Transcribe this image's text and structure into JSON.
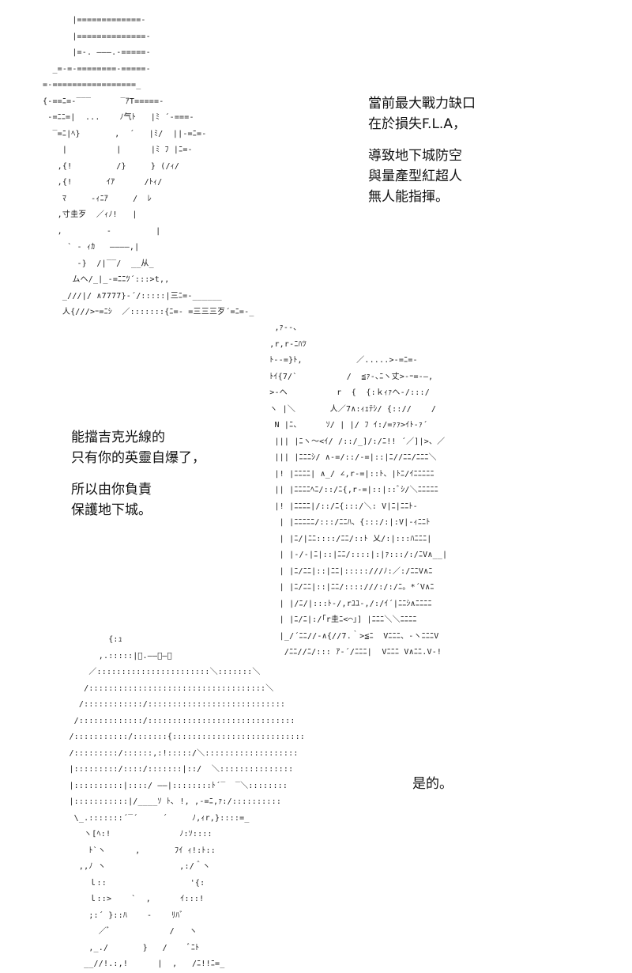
{
  "panels": [
    {
      "art": "      |=============-\n      |==============-\n      |=-. ———.-=====-\n  _=-=-========-=====-\n=-=================_\n{-==ﾆ=-‾‾‾      ‾ｱT=====-\n -=ﾆﾆ=|  ...    ﾉ气ﾄ   |ﾐ ´-===-\n  ‾=ﾆ|ﾍ}       ,  ´   |ﾐ/  ||-=ﾆ=-\n    |          |      |ﾐ ﾌ |ﾆ=-\n   ,{!         /}     } (/ｨ/\n   ,{!       ｲｱ      /ﾄｨ/\n    ﾏ     -ｨﾆｱ     /  ﾚ\n   ,寸圭歹  ／ｨﾉ!   |\n   ,         -         |\n     ` ‐ ｨｶ   ————,|\n       -}  /|‾‾/  __从_\n      ムヘ/_|_-=ﾆﾆﾂ´:::>t,,\n    _///|/ ∧7777}-´/:::::|三ﾆ=-______\n    人{///>ｰ=ﾆｼ  ／:::::::{ﾆ=- =三三三歹´=ﾆ=-_",
      "lines": [
        "當前最大戰力缺口",
        "在於損失F.L.A，",
        "",
        "導致地下城防空",
        "與量產型紅超人",
        "無人能指揮。"
      ]
    },
    {
      "art": "  ,ｧ--､\n ,r,r-ﾆﾊﾂ\n ﾄ--=}ﾄ,           ／.....>-=ﾆ=-\n ﾄｲ{7/`          /  ≦ｧ-､ﾆヽ丈>-ｰ=-—,\n >-ヘ          r  {  {:ｋｨｧヘ-/:::/\n ヽ |＼       人／7∧:ｨｪﾃｼ/ {:://    /\n  N |ﾆ、     ｿ/ | |/ ﾌ ｲ:/=ｧｧ>ｲﾄ-ｧ´\n  ||| |ﾆヽ～<ｲ/ /::/_]/:/ﾆ!! ´／]|>、／\n  ||| |ﾆﾆﾆｼ/ ∧-=/::/‐=|::|ﾆ//ﾆﾆ/ﾆﾆﾆ＼\n  |! |ﾆﾆﾆﾆ| ∧_/ ∠,r-=|::ﾄ、|ﾄﾆ/ｲﾆﾆﾆﾆﾆ\n  || |ﾆﾆﾆﾆﾍﾆ/::/ﾆ{,r-=|::|::ﾞｼ/＼ﾆﾆﾆﾆﾆ\n  |! |ﾆﾆﾆﾆ|/::/ﾆ{:::/＼: V|ﾆ|ﾆﾆﾄ-\n   | |ﾆﾆﾆﾆﾆ/:::/ﾆﾆﾊ、{:::/:|:V|-ｨﾆﾆﾄ\n   | |ﾆ/|ﾆﾆ::::/ﾆﾆ/::ﾄ 乂/:|:::ﾊﾆﾆﾆ|\n   | |-/-|ﾆ|::|ﾆﾆ/::::|:|ｧ:::/:/ﾆV∧__|\n   | |ﾆ/ﾆﾆ|::|ﾆﾆ|:::::///ﾉ:／:/ﾆﾆV∧ﾆ\n   | |ﾆ/ﾆﾆ|::|ﾆﾆ/::::///:/:/ﾆ。*´V∧ﾆ\n   | |/ﾆ/|:::ﾄ-/,rﾕﾕ-,/:/ｲ´|ﾆﾆｼ∧ﾆﾆﾆﾆ\n   | |ﾆ/ﾆ|:/｢r圭ﾆ<⌒」] |ﾆﾆﾆ＼＼ﾆﾆﾆﾆ\n   |_/´ﾆﾆ//-∧{//7.｀>≦ﾆ  Vﾆﾆﾆ、-ヽﾆﾆﾆV\n    /ﾆﾆ//ﾆ/::: ｱ-´/ﾆﾆﾆ|  Vﾆﾆﾆ V∧ﾆﾆ.V-!",
      "lines": [
        "能擋吉克光線的",
        "只有你的英靈自爆了，",
        "",
        "所以由你負責",
        "保護地下城。"
      ]
    },
    {
      "art": "          {:ｭ\n        ,.:::::|ﾞ.——、—、\n      ／:::::::::::::::::::::::＼:::::::＼\n     /::::::::::::::::::::::::::::::::::::＼\n    /::::::::::::/::::::::::::::::::::::::::::\n   /:::::::::::::/::::::::::::::::::::::::::::::\n  /:::::::::::/:::::::{:::::::::::::::::::::::::::\n  /:::::::::/::::::,:!:::::/＼:::::::::::::::::::\n  |:::::::::/::::/:::::::|::/  ＼:::::::::::::::\n  |::::::::::|::::/ ――|::::::::ﾄ´‾  ‾＼::::::::\n  |:::::::::::|/____ｿ ﾄ､ !, ,-=ﾆ,ｧ:/::::::::::\n   \\_.:::::::´‾´     ´     ﾉ,ｨr,}::::=_\n     ヽ[ﾍ:!              ﾉ:ｿ::::\n      ﾄ`ヽ      ,       ﾌｲ ｨ!:ﾄ::\n    ,,ﾉ ヽ               ,:/＾ヽ\n      ｌ::                 '{:\n      ｌ::>    `  ,      ｲ:::!\n      ;:´ }::ﾊ    -    ﾘﾊﾞ\n        ／ﾞ            /   ヽ\n      ,_./       }   /    ﾞﾆﾄ\n     __//!.:,!      |  ,   /ﾆ!!ﾆ=_",
      "lines": [
        "是的。"
      ]
    }
  ]
}
